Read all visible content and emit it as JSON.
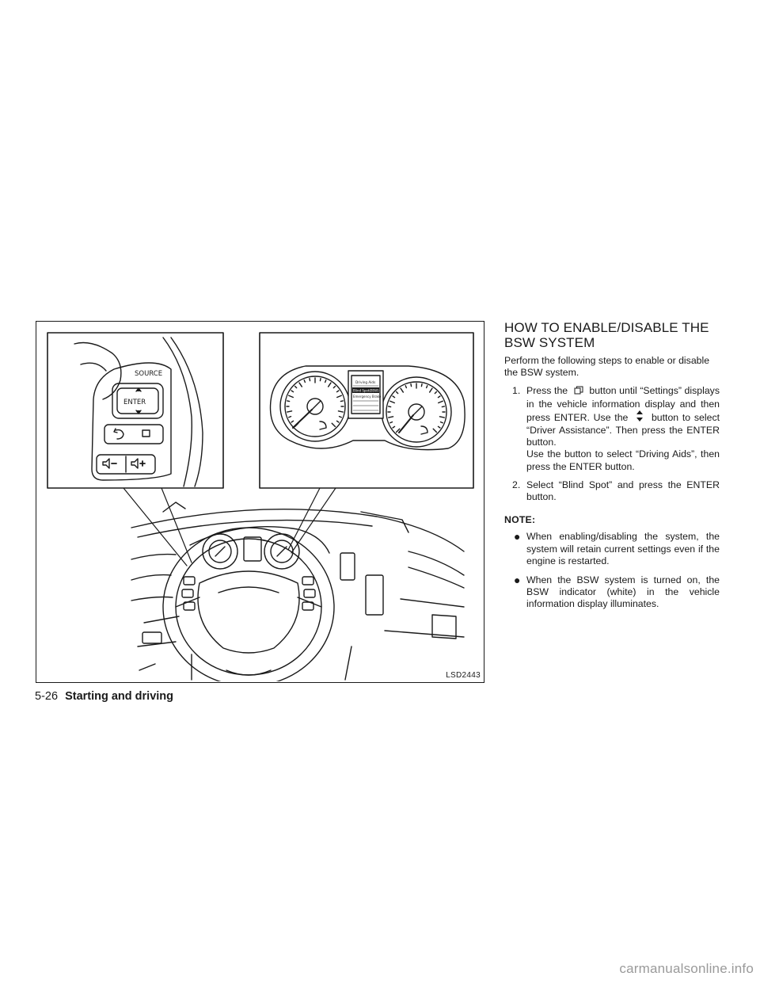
{
  "section": {
    "heading_line1": "HOW TO ENABLE/DISABLE THE",
    "heading_line2": "BSW SYSTEM",
    "intro": "Perform the following steps to enable or disable the BSW system.",
    "steps": [
      {
        "num": "1.",
        "part1": "Press the",
        "icon1": "menu-button-icon",
        "part2": "button until “Settings” displays in the vehicle information display and then press ENTER. Use the",
        "icon2": "up-down-arrow-icon",
        "part3": "button to select “Driver Assistance”. Then press the ENTER button.",
        "part4": "Use the button to select “Driving Aids”, then press the ENTER button."
      },
      {
        "num": "2.",
        "text": "Select “Blind Spot” and press the ENTER button."
      }
    ],
    "note_label": "NOTE:",
    "notes": [
      "When enabling/disabling the system, the system will retain current settings even if the engine is restarted.",
      "When the BSW system is turned on, the BSW indicator (white) in the vehicle information display illuminates."
    ]
  },
  "figure": {
    "code": "LSD2443",
    "switch_labels": {
      "source": "SOURCE",
      "enter": "ENTER"
    },
    "display_menu": {
      "title": "Driving Aids",
      "item1": "Blind Spot(BSW)",
      "item2": "Emergency Brake"
    }
  },
  "footer": {
    "page_number": "5-26",
    "chapter_title": "Starting and driving"
  },
  "watermark": "carmanualsonline.info"
}
